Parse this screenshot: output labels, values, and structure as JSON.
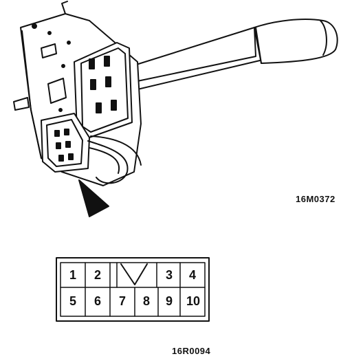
{
  "figure_codes": {
    "switch_figure": "16M0372",
    "connector_figure": "16R0094"
  },
  "connector": {
    "top_row": [
      "1",
      "2",
      "",
      "",
      "3",
      "4"
    ],
    "bottom_row": [
      "5",
      "6",
      "7",
      "8",
      "9",
      "10"
    ]
  }
}
